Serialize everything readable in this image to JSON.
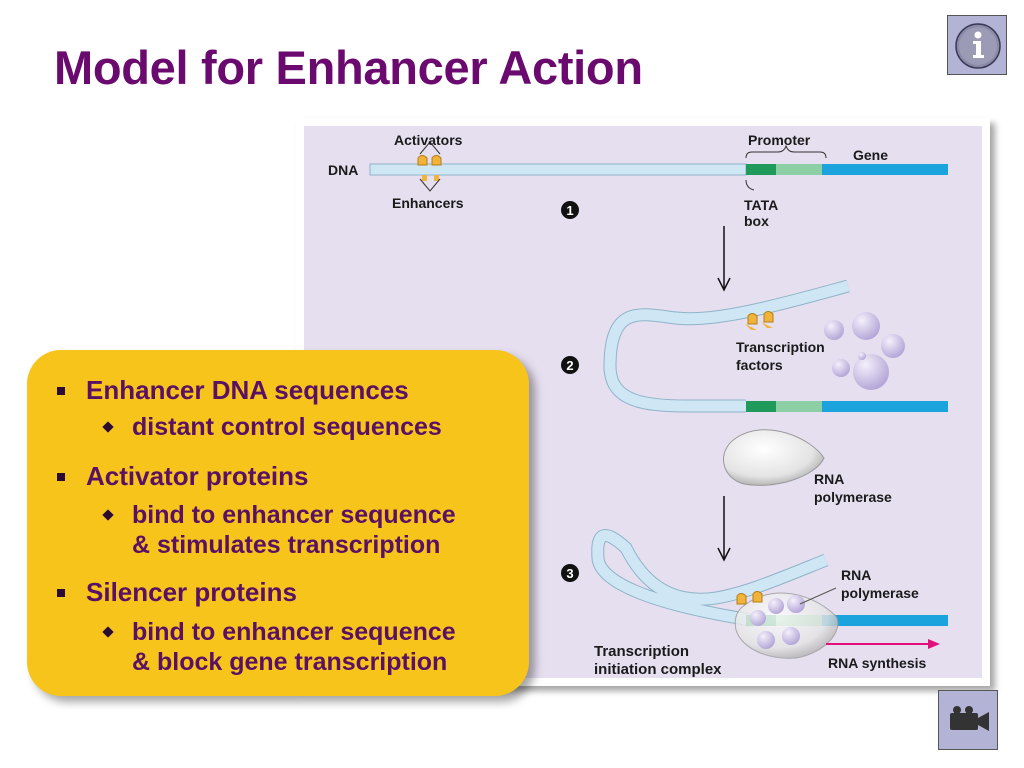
{
  "slide": {
    "title": "Model for Enhancer Action",
    "info_icon": "info-icon",
    "video_icon": "video-camera-icon"
  },
  "callout": {
    "items": [
      {
        "label": "Enhancer DNA sequences",
        "sub": [
          "distant control sequences"
        ]
      },
      {
        "label": "Activator proteins",
        "sub": [
          "bind to enhancer sequence",
          "& stimulates transcription"
        ]
      },
      {
        "label": "Silencer proteins",
        "sub": [
          "bind to enhancer sequence",
          "& block gene transcription"
        ]
      }
    ]
  },
  "figure": {
    "labels": {
      "activators": "Activators",
      "promoter": "Promoter",
      "gene": "Gene",
      "dna": "DNA",
      "enhancers": "Enhancers",
      "tata_1": "TATA",
      "tata_2": "box",
      "step1": "1",
      "step2": "2",
      "step3": "3",
      "tf_1": "Transcription",
      "tf_2": "factors",
      "rnap_1": "RNA",
      "rnap_2": "polymerase",
      "rnap3_1": "RNA",
      "rnap3_2": "polymerase",
      "tic_1": "Transcription",
      "tic_2": "initiation complex",
      "rna_synthesis": "RNA synthesis"
    },
    "colors": {
      "panel_bg": "#e6dff0",
      "dna_fill": "#cfe7f5",
      "gene_blue": "#1aa3dd",
      "tata_green": "#1f9a5a",
      "promoter_green": "#8ccfa5",
      "activator_gold": "#f0b43a",
      "tf_purple": "#c9bde6",
      "arrow_magenta": "#e0127a",
      "callout_bg": "#f7c41c",
      "title_purple": "#6b0a6e"
    }
  }
}
